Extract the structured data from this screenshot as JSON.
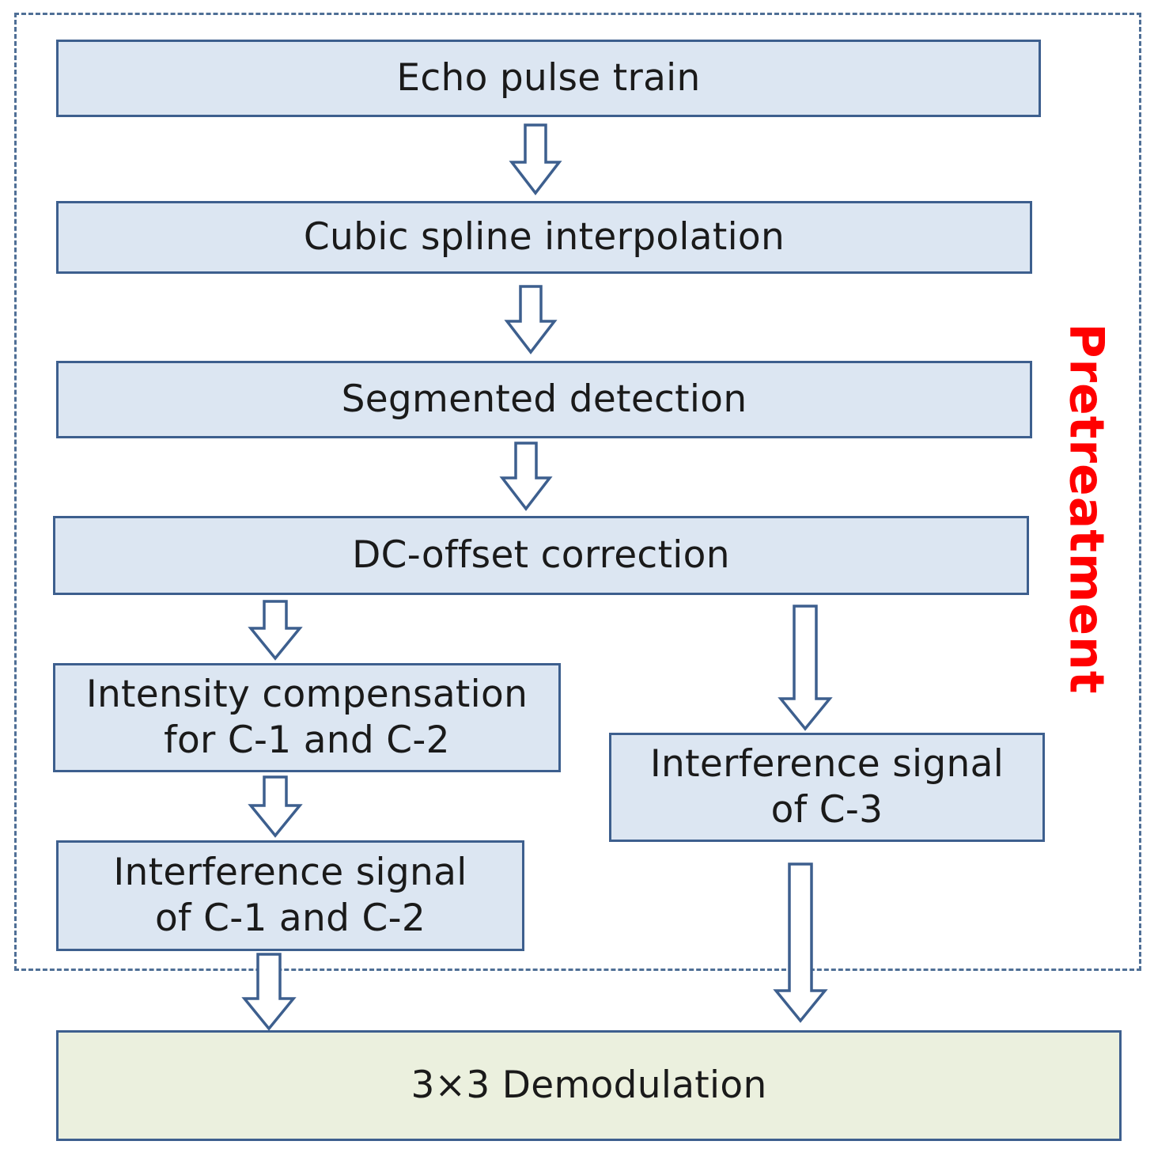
{
  "colors": {
    "box_fill": "#dce6f2",
    "box_border": "#3d5f8e",
    "final_fill": "#ebf0de",
    "region_border": "#4f6f96",
    "label_color": "#ff0000"
  },
  "region": {
    "label": "Pretreatment"
  },
  "steps": {
    "echo": "Echo pulse train",
    "spline": "Cubic spline interpolation",
    "segmented": "Segmented detection",
    "dc_offset": "DC-offset correction",
    "intensity": "Intensity compensation\nfor C-1 and C-2",
    "signal_c12": "Interference signal\nof C-1 and C-2",
    "signal_c3": "Interference signal\nof C-3",
    "demod": "3×3 Demodulation"
  }
}
